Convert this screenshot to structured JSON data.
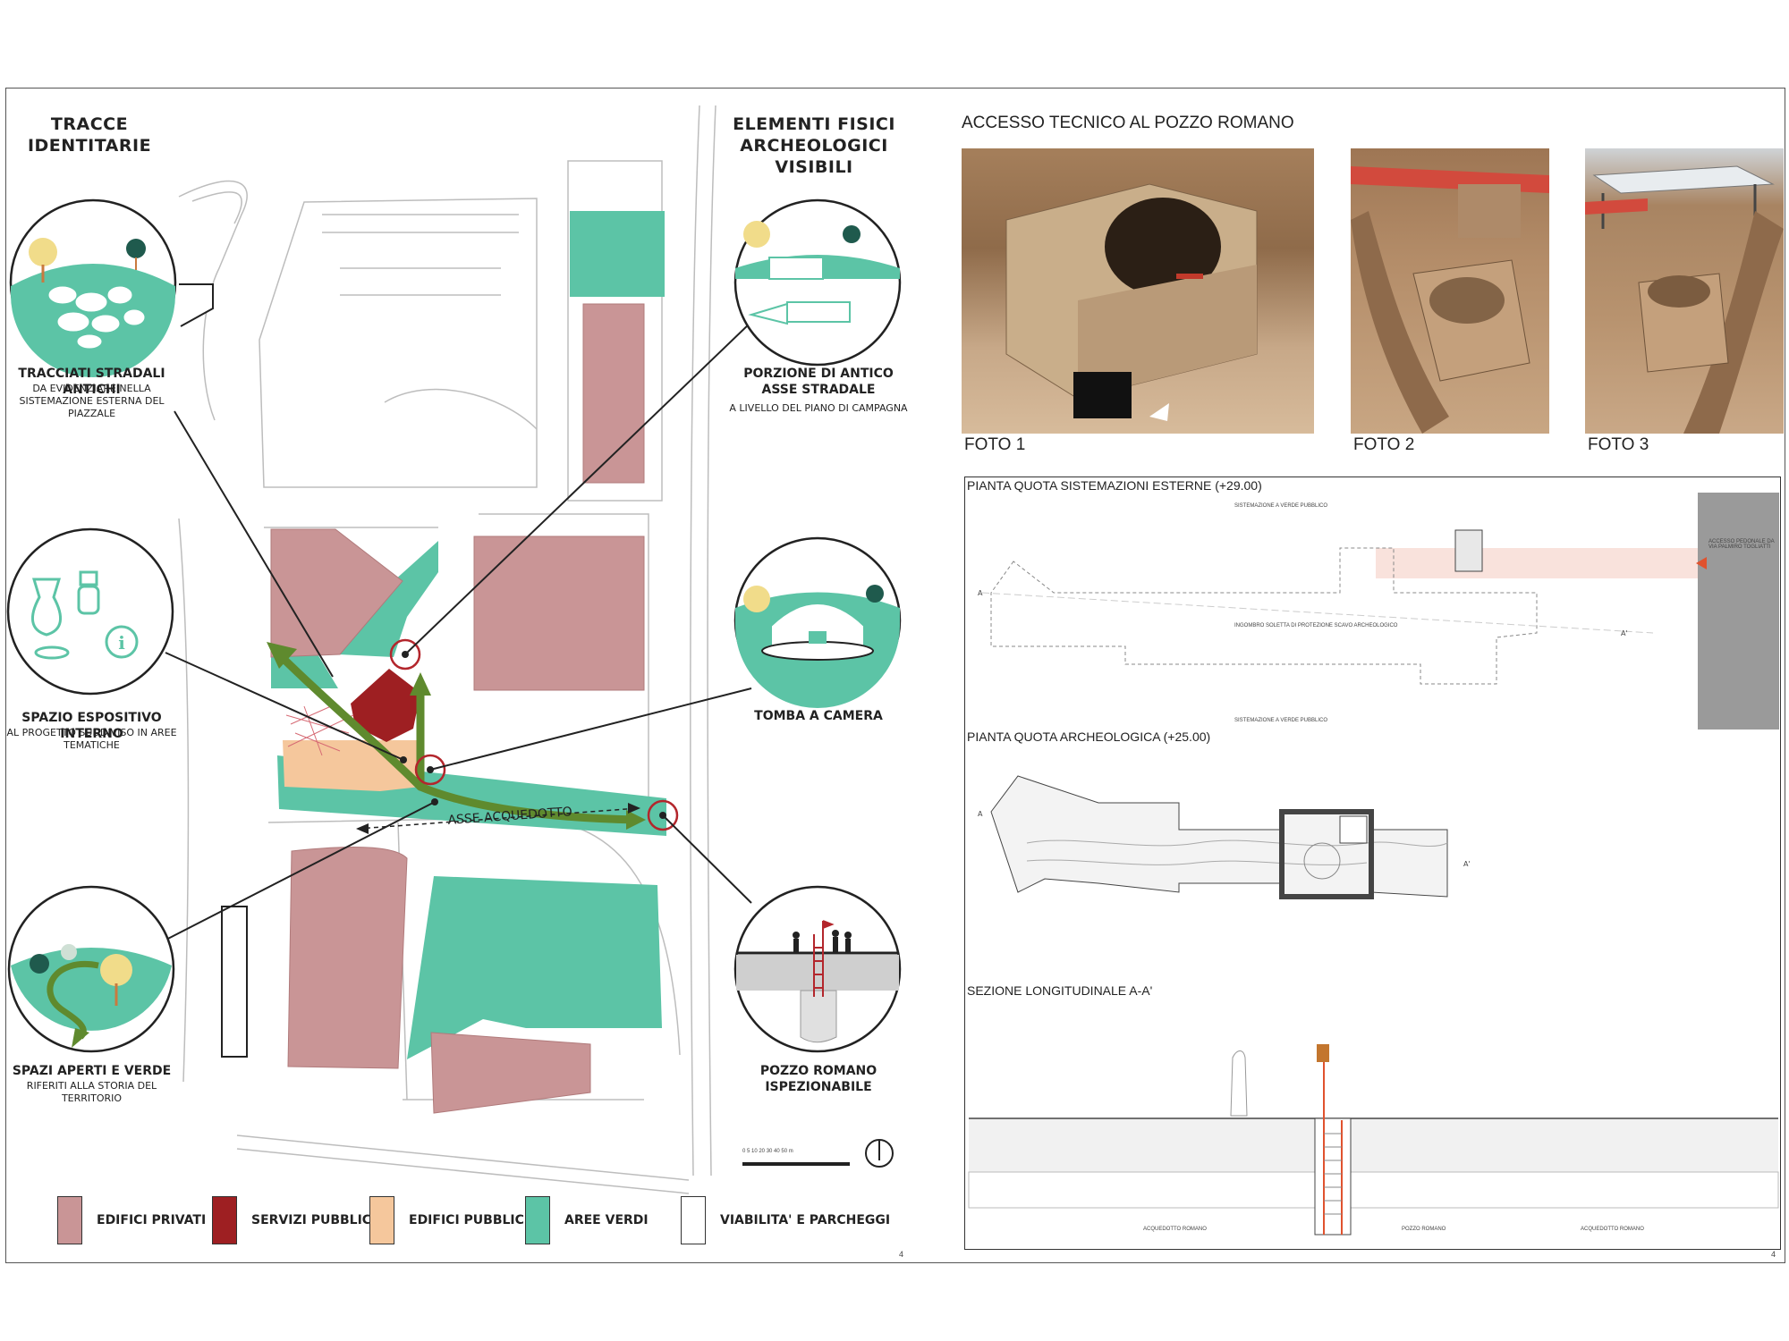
{
  "left_panel": {
    "heading_left": "TRACCE\nIDENTITARIE",
    "heading_right": "ELEMENTI FISICI\nARCHEOLOGICI VISIBILI",
    "axis_label": "ASSE  ACQUEDOTTO",
    "callouts": {
      "tracciati_title": "TRACCIATI STRADALI ANTICHI",
      "tracciati_sub": "DA EVIDENZIARE NELLA\nSISTEMAZIONE ESTERNA DEL PIAZZALE",
      "spazio_title": "SPAZIO ESPOSITIVO INTERNO",
      "spazio_sub": "AL PROGETTO SUDDIVISO IN AREE\nTEMATICHE",
      "spazi_title": "SPAZI APERTI E VERDE",
      "spazi_sub": "RIFERITI ALLA STORIA DEL TERRITORIO",
      "porzione_title": "PORZIONE DI ANTICO\nASSE STRADALE",
      "porzione_sub": "A LIVELLO DEL PIANO DI CAMPAGNA",
      "tomba_title": "TOMBA A CAMERA",
      "pozzo_title": "POZZO ROMANO\nISPEZIONABILE"
    },
    "scale_label": "0  5  10   20   30   40   50 m",
    "page_number": "4"
  },
  "legend": [
    {
      "label": "EDIFICI PRIVATI",
      "color": "#c99596"
    },
    {
      "label": "SERVIZI PUBBLICI",
      "color": "#9e1f22"
    },
    {
      "label": "EDIFICI PUBBLICI",
      "color": "#f5c79c"
    },
    {
      "label": "AREE VERDI",
      "color": "#5cc4a6"
    },
    {
      "label": "VIABILITA' E PARCHEGGI",
      "color": "#ffffff"
    }
  ],
  "right_panel": {
    "title": "ACCESSO TECNICO AL POZZO ROMANO",
    "photos": [
      "FOTO 1",
      "FOTO 2",
      "FOTO 3"
    ],
    "drawings": [
      {
        "title": "PIANTA QUOTA SISTEMAZIONI ESTERNE (+29.00)"
      },
      {
        "title": "PIANTA QUOTA ARCHEOLOGICA (+25.00)"
      },
      {
        "title": "SEZIONE LONGITUDINALE A-A'"
      }
    ],
    "plan1_notes": {
      "top": "SISTEMAZIONE A VERDE PUBBLICO",
      "middle": "INGOMBRO SOLETTA DI PROTEZIONE SCAVO ARCHEOLOGICO",
      "bottom": "SISTEMAZIONE A VERDE PUBBLICO",
      "access": "ACCESSO PEDONALE DA\nVIA PALMIRO TOGLIATTI"
    },
    "section_labels": [
      "ACQUEDOTTO ROMANO",
      "POZZO ROMANO",
      "ACQUEDOTTO ROMANO"
    ],
    "page_number": "4"
  },
  "colors": {
    "private": "#c99596",
    "services": "#9e1f22",
    "public": "#f5c79c",
    "green": "#5cc4a6",
    "path": "#5f8a2e",
    "ring": "#b3262c"
  }
}
